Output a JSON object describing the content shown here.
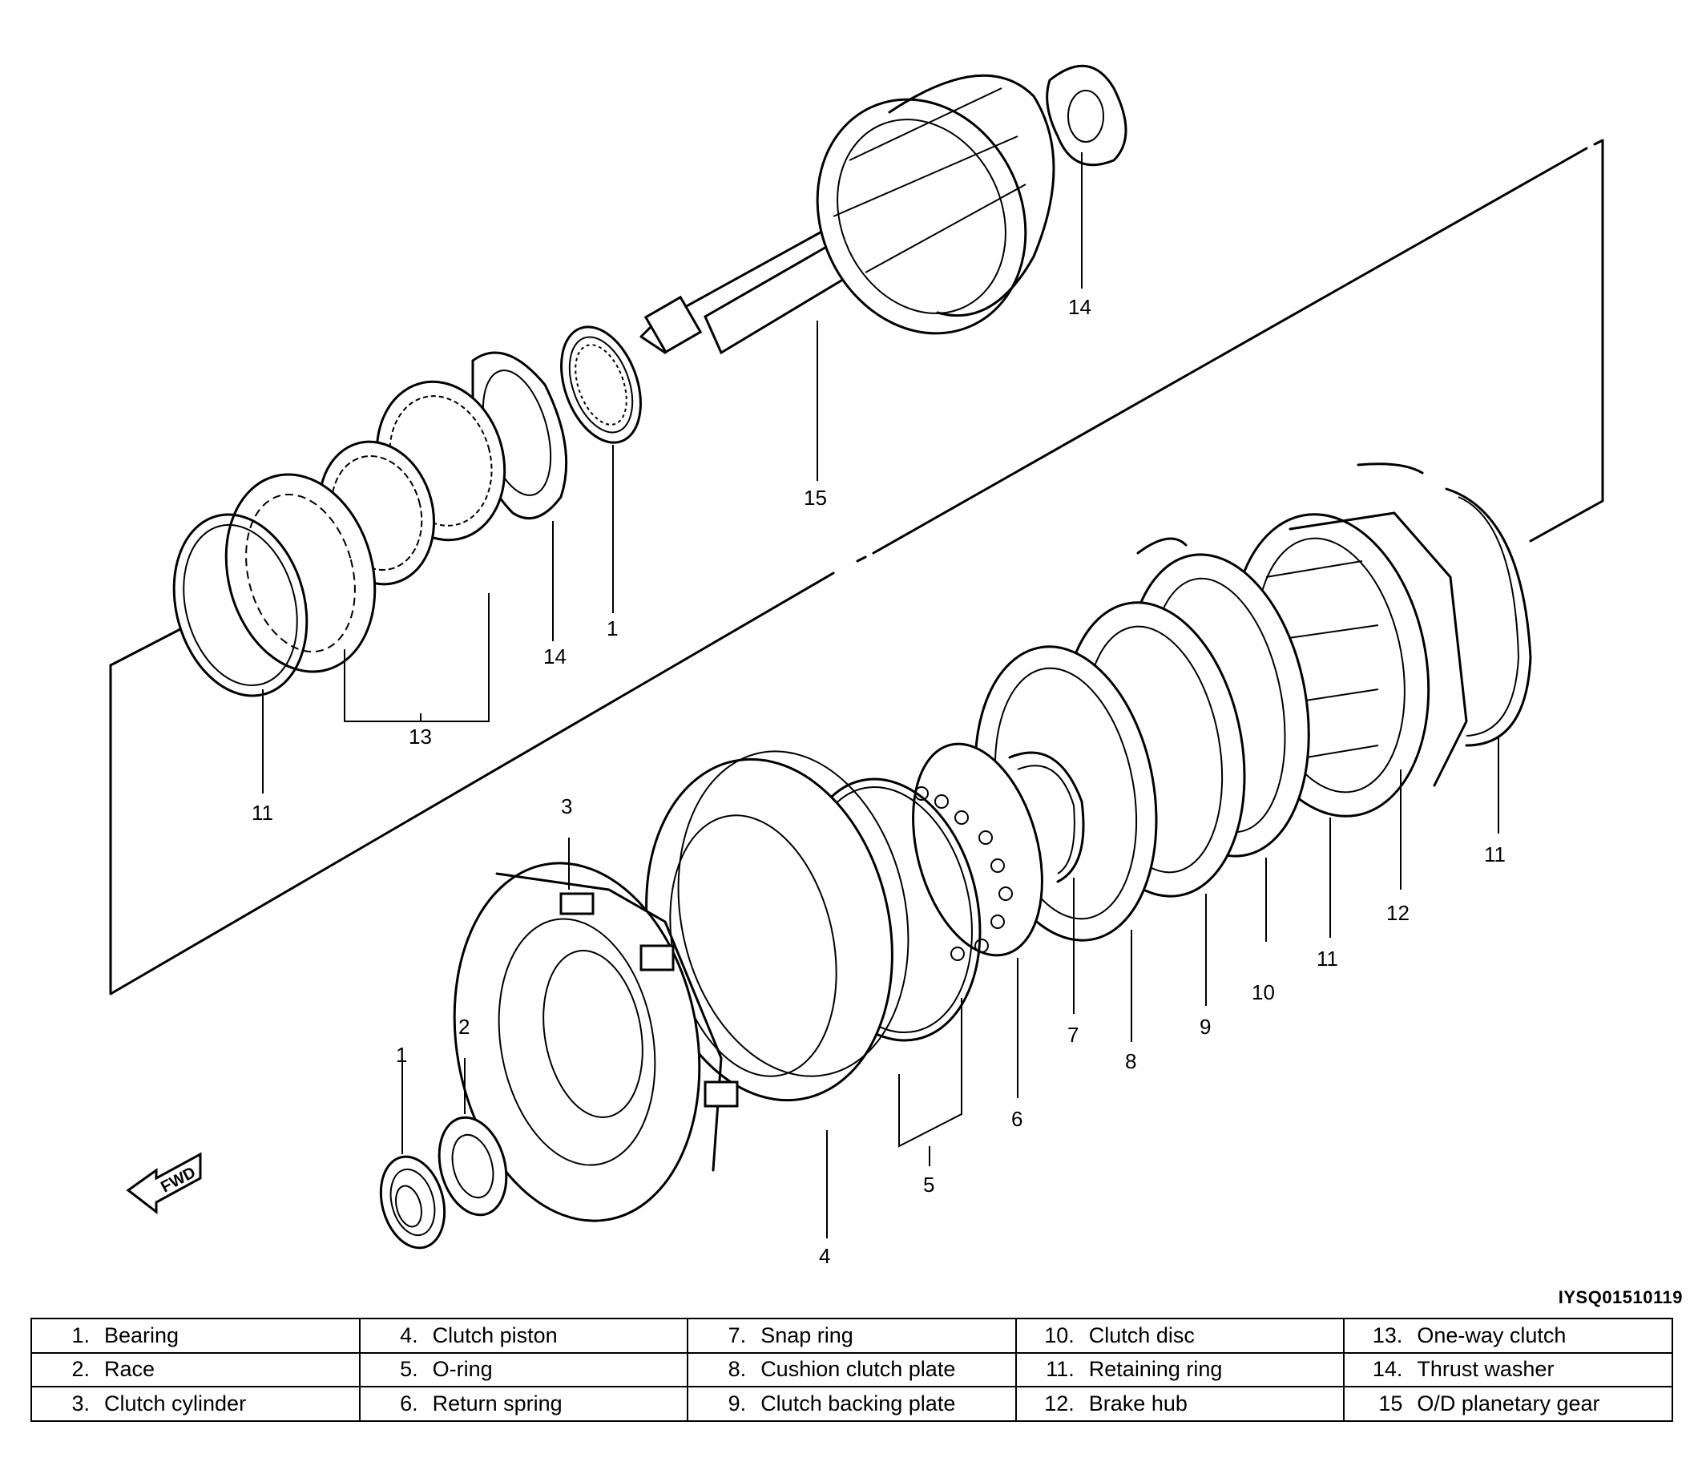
{
  "figure_code": "IYSQ01510119",
  "fwd_label": "FWD",
  "callouts": {
    "c1_top": "1",
    "c1_bot": "1",
    "c2": "2",
    "c3": "3",
    "c4": "4",
    "c5": "5",
    "c6": "6",
    "c7": "7",
    "c8": "8",
    "c9": "9",
    "c10": "10",
    "c11_a": "11",
    "c11_b": "11",
    "c11_c": "11",
    "c12": "12",
    "c13": "13",
    "c14_a": "14",
    "c14_b": "14",
    "c15": "15"
  },
  "legend": {
    "rows": [
      [
        {
          "num": "1.",
          "label": "Bearing"
        },
        {
          "num": "4.",
          "label": "Clutch piston"
        },
        {
          "num": "7.",
          "label": "Snap ring"
        },
        {
          "num": "10.",
          "label": "Clutch disc"
        },
        {
          "num": "13.",
          "label": "One-way clutch"
        }
      ],
      [
        {
          "num": "2.",
          "label": "Race"
        },
        {
          "num": "5.",
          "label": "O-ring"
        },
        {
          "num": "8.",
          "label": "Cushion clutch plate"
        },
        {
          "num": "11.",
          "label": "Retaining ring"
        },
        {
          "num": "14.",
          "label": "Thrust washer"
        }
      ],
      [
        {
          "num": "3.",
          "label": "Clutch cylinder"
        },
        {
          "num": "6.",
          "label": "Return spring"
        },
        {
          "num": "9.",
          "label": "Clutch backing plate"
        },
        {
          "num": "12.",
          "label": "Brake hub"
        },
        {
          "num": "15",
          "label": "O/D planetary gear"
        }
      ]
    ]
  }
}
